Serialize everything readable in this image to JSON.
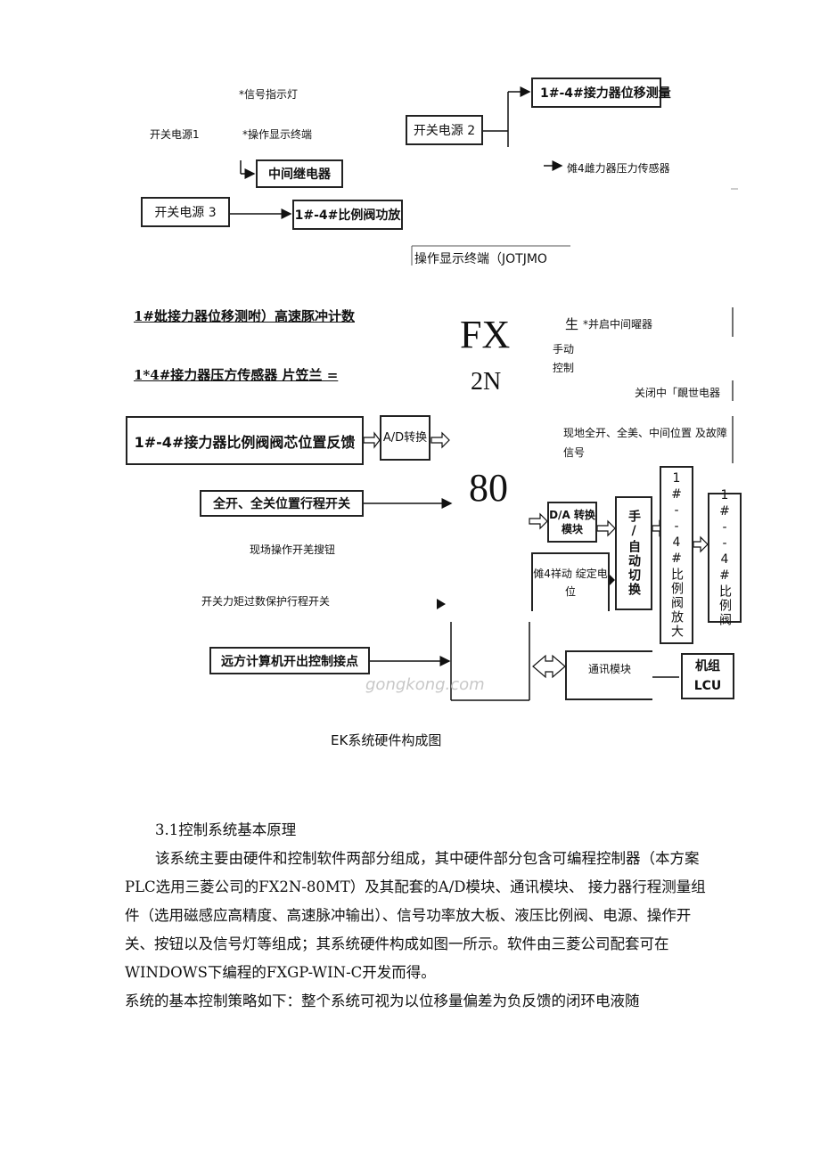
{
  "diagram": {
    "top": {
      "signal_light": "*信号指示灯",
      "power1": "开关电源1",
      "op_terminal": "*操作显示终端",
      "relay": "中间继电器",
      "power2": "开关电源 2",
      "disp_sensor": "1#-4#接力器位移测量",
      "pressure_sensor_label": "傩4雌力器压力传感器",
      "power3": "开关电源 3",
      "amp": "1#-4#比例阀功放"
    },
    "op_terminal_right": "操作显示终端（JOTJMO",
    "left_inputs": {
      "pulse": "1#妣接力器位移测咐）高速豚冲计数",
      "pressure": "1*4#接力器压方传感器  片笠兰  =",
      "valve_feedback": "1#-4#接力器比例阀阀芯位置反馈",
      "ad": "A/D转换",
      "limit_switch": "全开、全关位置行程开关",
      "field_button": "现场操作开羌搜钮",
      "torque_switch": "开关力矩过数保护行程开关",
      "remote_contact": "远方计算机开出控制接点"
    },
    "plc": {
      "line1": "FX",
      "line2": "2N",
      "line3": "80"
    },
    "right": {
      "sheng": "生",
      "open_relay": "*并启中间曜器",
      "manual_ctrl": "手动控制",
      "close_relay": "关闭中「靦世电器",
      "status_signal": "现地全开、全美、中间位置 及故障信号",
      "da": "D/A 转换模块",
      "manual_setpoint": "傩4祥动 绽定电位",
      "auto_switch": "手/自动切换",
      "amp_vertical": "1#--4#比例阀放大",
      "valve_vertical": "1#--4#比例阀",
      "comm": "通讯模块",
      "lcu": "机组LCU"
    },
    "watermark": "gongkong.com",
    "caption": "EK系统硬件构成图"
  },
  "section": {
    "heading": "3.1控制系统基本原理",
    "para1": "该系统主要由硬件和控制软件两部分组成，其中硬件部分包含可编程控制器（本方案PLC选用三菱公司的FX2N-80MT）及其配套的A/D模块、通讯模块、 接力器行程测量组件（选用磁感应高精度、高速脉冲输出）、信号功率放大板、液压比例阀、电源、操作开关、按钮以及信号灯等组成；其系统硬件构成如图一所示。软件由三菱公司配套可在WINDOWS下编程的FXGP-WIN-C开发而得。",
    "para2": "系统的基本控制策略如下：整个系统可视为以位移量偏差为负反馈的闭环电液随"
  }
}
